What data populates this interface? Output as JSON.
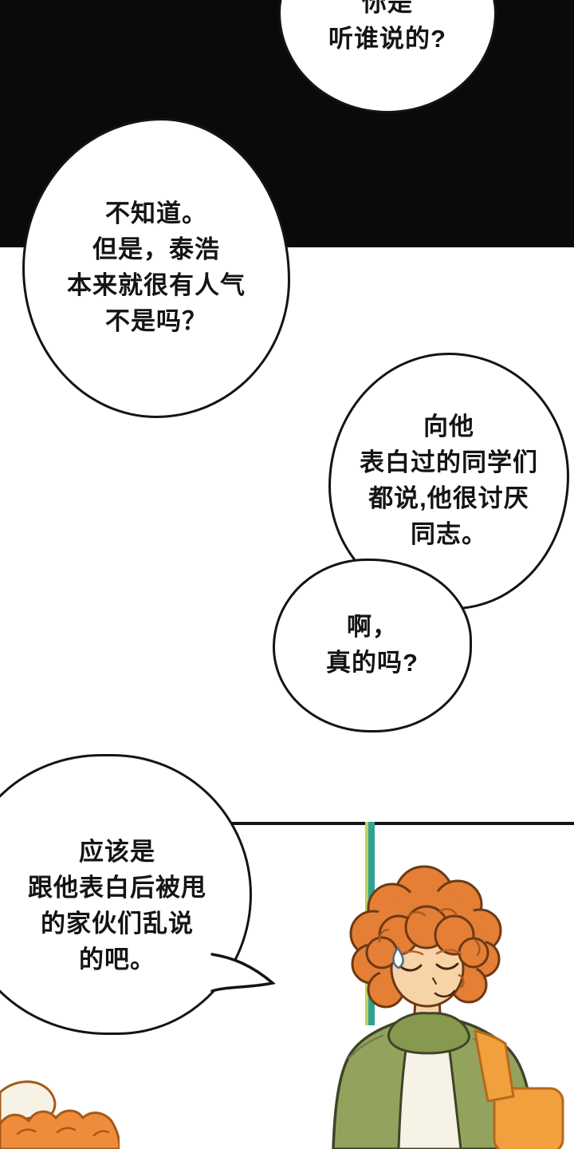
{
  "bubbles": {
    "who_told": "你是\n听谁说的?",
    "dont_know": "不知道。\n但是，泰浩\n本来就很有人气\n不是吗？",
    "classmates": "向他\n表白过的同学们\n都说,他很讨厌\n同志。",
    "really": "啊，\n真的吗?",
    "probably": "应该是\n跟他表白后被甩\n的家伙们乱说\n的吧。"
  },
  "colors": {
    "ink": "#141414",
    "panel_black": "#0a0a0a",
    "paper_white": "#ffffff",
    "hair_orange": "#e57f36",
    "hair_outline": "#6b3a15",
    "skin": "#f7d4a8",
    "jacket_green": "#93a35e",
    "jacket_outline": "#3e4527",
    "shirt_white": "#f7f2e6",
    "collar_green": "#87994f",
    "strap_orange": "#f0a03c",
    "strap_outline": "#b8681c",
    "pole_teal": "#2ea393",
    "pole_yellow": "#c6cf58",
    "corner_hair": "#ee8c3c",
    "corner_outline": "#a85817"
  }
}
